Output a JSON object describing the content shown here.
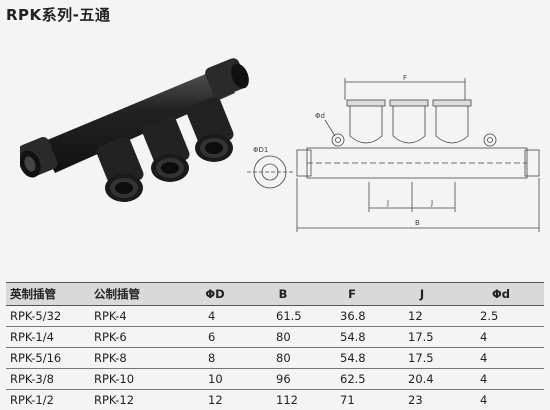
{
  "title": "RPK系列-五通",
  "drawing_labels": {
    "f": "F",
    "phi_d": "Φd",
    "phi_d1": "ΦD1",
    "j": "J",
    "b": "B"
  },
  "table": {
    "headers": [
      "英制插管",
      "公制插管",
      "ΦD",
      "B",
      "F",
      "J",
      "Φd"
    ],
    "rows": [
      [
        "RPK-5/32",
        "RPK-4",
        "4",
        "61.5",
        "36.8",
        "12",
        "2.5"
      ],
      [
        "RPK-1/4",
        "RPK-6",
        "6",
        "80",
        "54.8",
        "17.5",
        "4"
      ],
      [
        "RPK-5/16",
        "RPK-8",
        "8",
        "80",
        "54.8",
        "17.5",
        "4"
      ],
      [
        "RPK-3/8",
        "RPK-10",
        "10",
        "96",
        "62.5",
        "20.4",
        "4"
      ],
      [
        "RPK-1/2",
        "RPK-12",
        "12",
        "112",
        "71",
        "23",
        "4"
      ]
    ]
  }
}
